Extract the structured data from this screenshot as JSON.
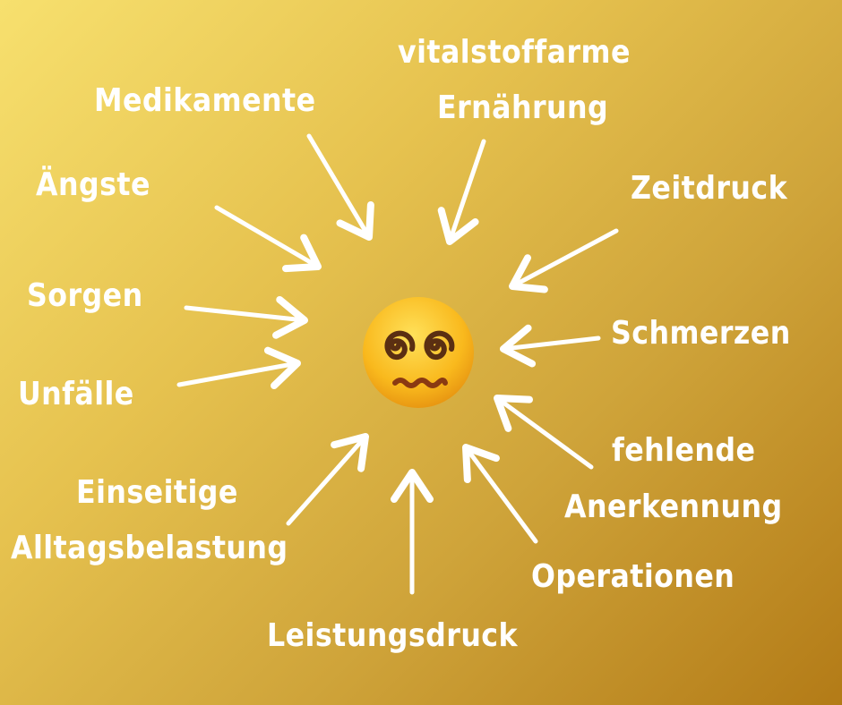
{
  "center": {
    "icon": "face-with-spiral-eyes-icon"
  },
  "labels": {
    "vitalstoff_1": "vitalstoffarme",
    "vitalstoff_2": "Ernährung",
    "medikamente": "Medikamente",
    "aengste": "Ängste",
    "zeitdruck": "Zeitdruck",
    "sorgen": "Sorgen",
    "schmerzen": "Schmerzen",
    "unfaelle": "Unfälle",
    "anerkennung_1": "fehlende",
    "anerkennung_2": "Anerkennung",
    "einseitige_1": "Einseitige",
    "einseitige_2": "Alltagsbelastung",
    "operationen": "Operationen",
    "leistungsdruck": "Leistungsdruck"
  },
  "colors": {
    "text": "#ffffff",
    "arrow": "#ffffff",
    "bg_start": "#f7e06e",
    "bg_end": "#b37b17"
  }
}
